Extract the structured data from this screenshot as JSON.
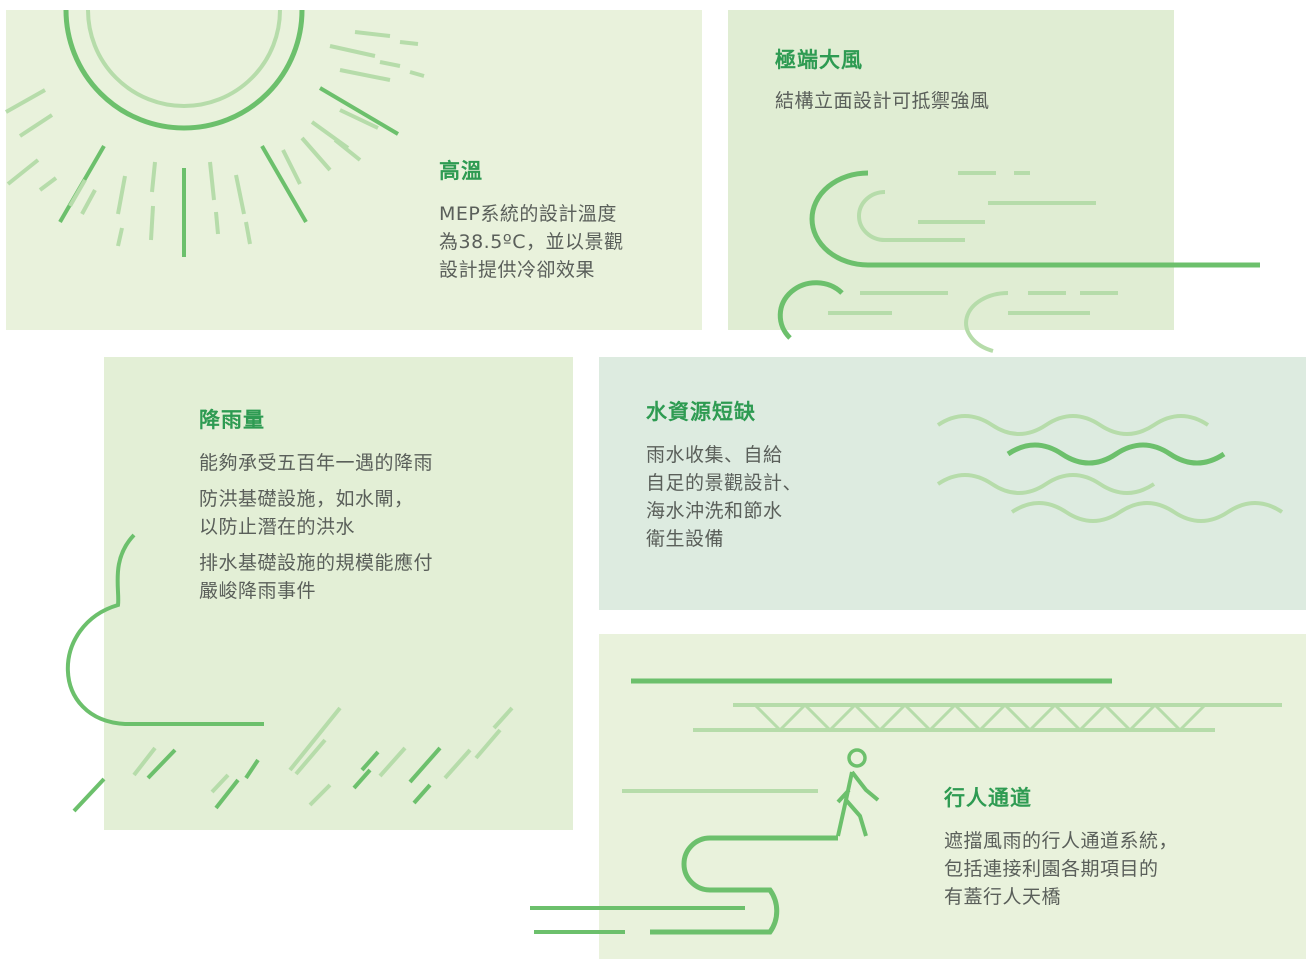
{
  "heat": {
    "title": "高溫",
    "lines": [
      "MEP系統的設計溫度",
      "為38.5ºC，並以景觀",
      "設計提供冷卻效果"
    ]
  },
  "wind": {
    "title": "極端大風",
    "lines": [
      "結構立面設計可抵禦強風"
    ]
  },
  "rain": {
    "title": "降雨量",
    "lines": [
      "能夠承受五百年一遇的降雨",
      "防洪基礎設施，如水閘，",
      "以防止潛在的洪水",
      "排水基礎設施的規模能應付",
      "嚴峻降雨事件"
    ]
  },
  "water": {
    "title": "水資源短缺",
    "lines": [
      "雨水收集、自給",
      "自足的景觀設計、",
      "海水沖洗和節水",
      "衛生設備"
    ]
  },
  "walk": {
    "title": "行人通道",
    "lines": [
      "遮擋風雨的行人通道系統，",
      "包括連接利園各期項目的",
      "有蓋行人天橋"
    ]
  },
  "colors": {
    "accent_green": "#2e9b52",
    "line_green": "#6cc06c",
    "light_green": "#b6dcaa",
    "text_gray": "#5a5f5a"
  },
  "icons": [
    "sun-icon",
    "wind-icon",
    "rain-cloud-icon",
    "water-waves-icon",
    "pedestrian-bridge-icon"
  ]
}
